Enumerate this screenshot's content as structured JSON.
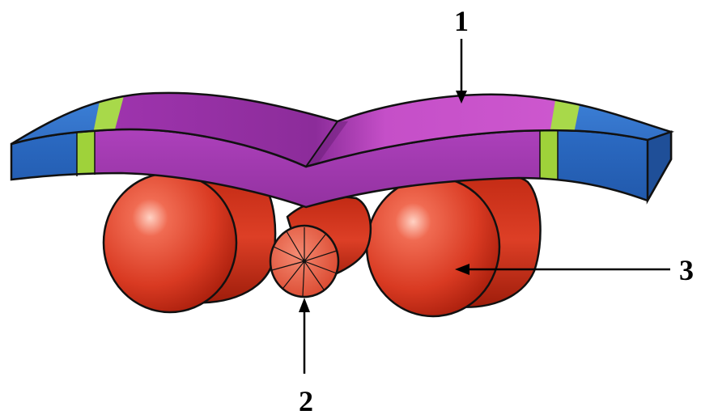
{
  "labels": {
    "one": "1",
    "two": "2",
    "three": "3"
  },
  "colors": {
    "band_purple": "#b23fc0",
    "band_purple_light": "#e070d8",
    "band_blue": "#2f6fc8",
    "band_green": "#9fd23a",
    "cylinder_red": "#d93a22",
    "cylinder_red_dark": "#b0240f",
    "outline": "#111111"
  }
}
